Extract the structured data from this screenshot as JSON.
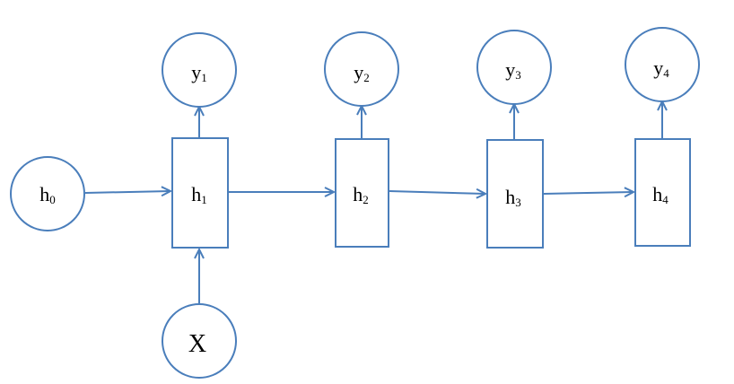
{
  "diagram": {
    "colors": {
      "stroke": "#4a7ebb",
      "fill": "#ffffff",
      "text": "#000000"
    },
    "nodes": [
      {
        "id": "h0",
        "label": "h",
        "sub": "0"
      },
      {
        "id": "h1",
        "label": "h",
        "sub": "1"
      },
      {
        "id": "h2",
        "label": "h",
        "sub": "2"
      },
      {
        "id": "h3",
        "label": "h",
        "sub": "3"
      },
      {
        "id": "h4",
        "label": "h",
        "sub": "4"
      },
      {
        "id": "y1",
        "label": "y",
        "sub": "1"
      },
      {
        "id": "y2",
        "label": "y",
        "sub": "2"
      },
      {
        "id": "y3",
        "label": "y",
        "sub": "3"
      },
      {
        "id": "y4",
        "label": "y",
        "sub": "4"
      },
      {
        "id": "x",
        "label": "X",
        "sub": ""
      }
    ],
    "edges": [
      {
        "from": "h0",
        "to": "h1"
      },
      {
        "from": "x",
        "to": "h1"
      },
      {
        "from": "h1",
        "to": "h2"
      },
      {
        "from": "h2",
        "to": "h3"
      },
      {
        "from": "h3",
        "to": "h4"
      },
      {
        "from": "h1",
        "to": "y1"
      },
      {
        "from": "h2",
        "to": "y2"
      },
      {
        "from": "h3",
        "to": "y3"
      },
      {
        "from": "h4",
        "to": "y4"
      }
    ]
  }
}
